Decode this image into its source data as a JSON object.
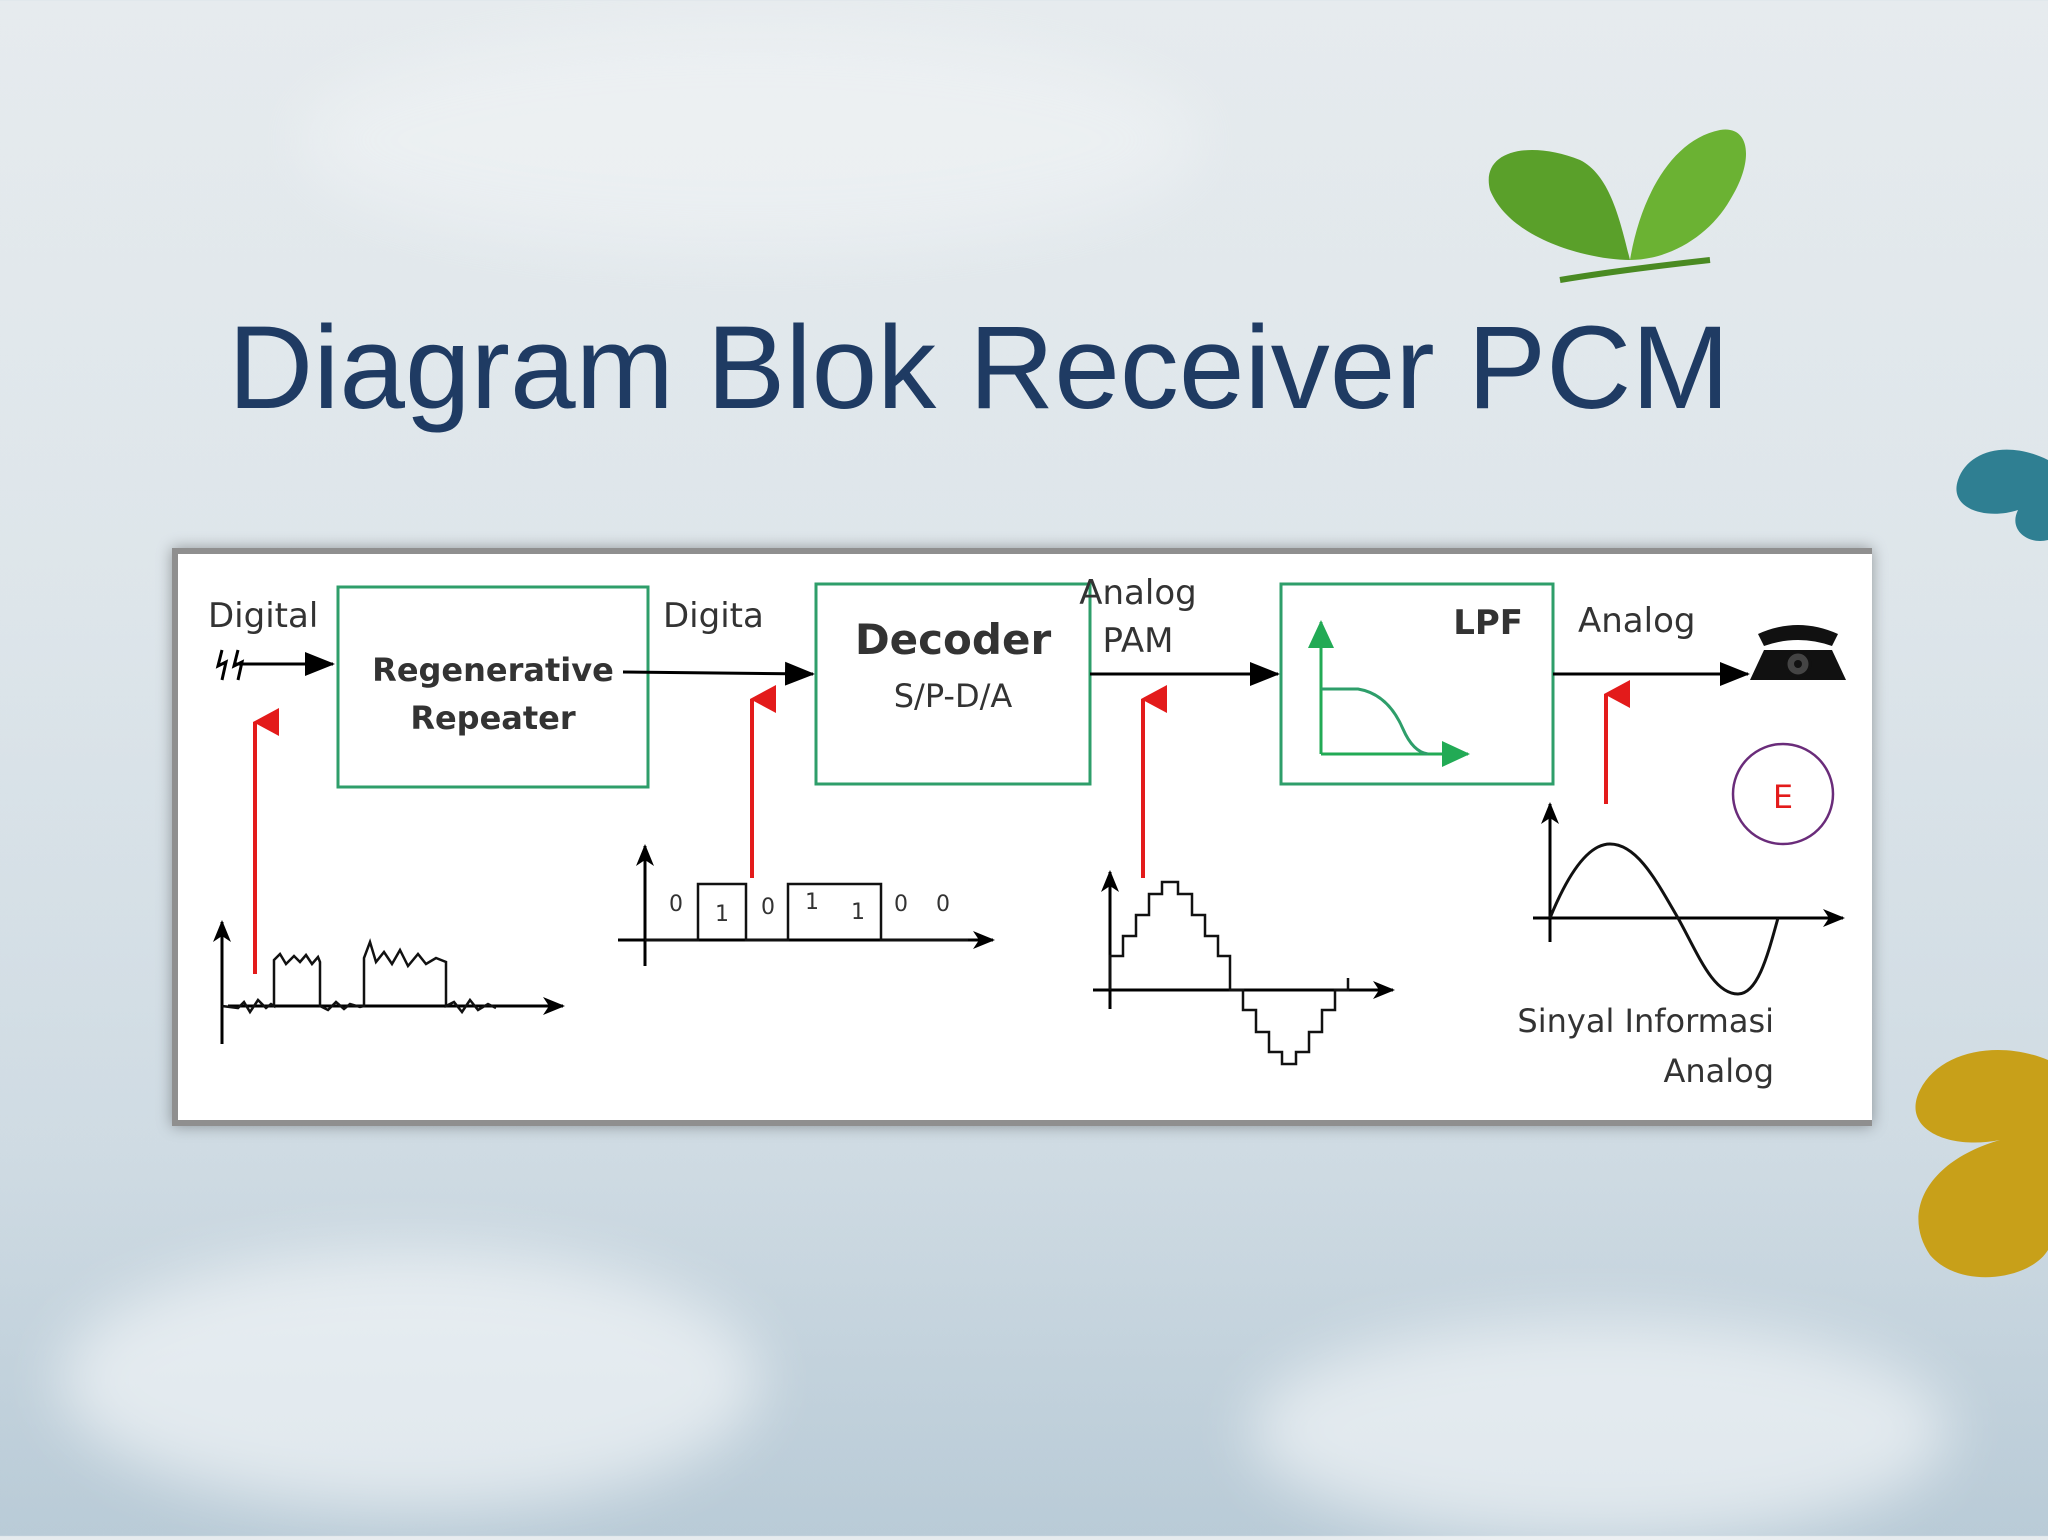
{
  "slide": {
    "title": "Diagram Blok Receiver PCM"
  },
  "diagram": {
    "labels": {
      "input": "Digital",
      "repeater_output": "Digita",
      "decoder_output_line1": "Analog",
      "decoder_output_line2": "PAM",
      "lpf_output": "Analog",
      "info_signal_line1": "Sinyal Informasi",
      "info_signal_line2": "Analog"
    },
    "blocks": {
      "repeater_line1": "Regenerative",
      "repeater_line2": "Repeater",
      "decoder_title": "Decoder",
      "decoder_subtitle": "S/P-D/A",
      "lpf_title": "LPF"
    },
    "bits": [
      "0",
      "1",
      "0",
      "1",
      "1",
      "0",
      "0"
    ],
    "circle_mark": "E",
    "colors": {
      "block_border": "#2e9e6a",
      "probe_arrow": "#e31b1b",
      "lpf_axes": "#22aa55",
      "title": "#1f3b63"
    }
  }
}
